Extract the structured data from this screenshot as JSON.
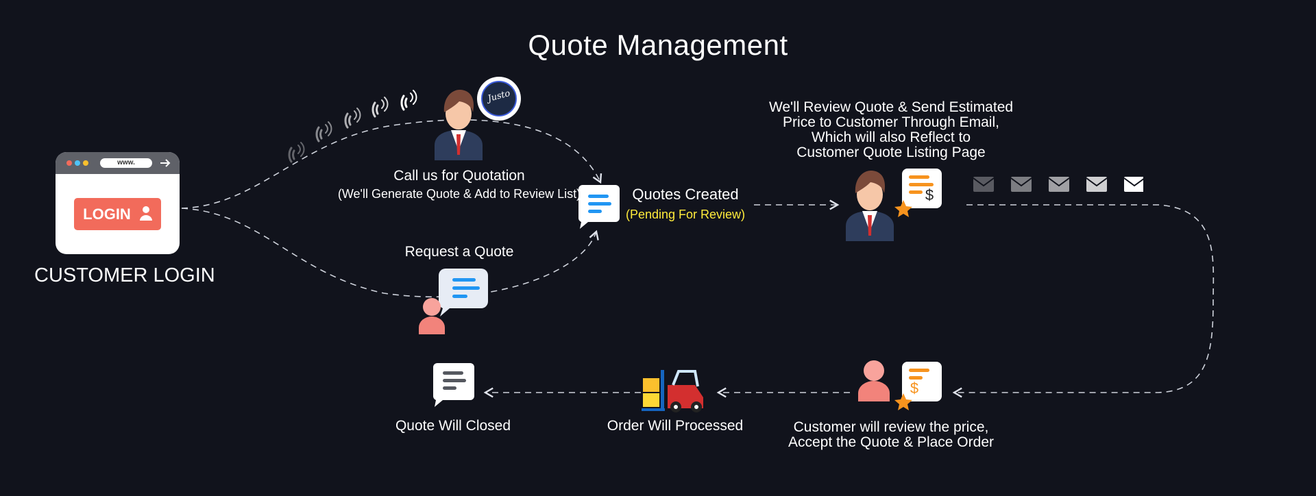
{
  "title": "Quote Management",
  "customer_login": {
    "browser_url": "www.",
    "login_button": "LOGIN",
    "label": "CUSTOMER LOGIN"
  },
  "call_us": {
    "label": "Call us for Quotation",
    "sublabel": "(We'll Generate Quote & Add to Review List)"
  },
  "request_quote": {
    "label": "Request a Quote"
  },
  "quotes_created": {
    "label": "Quotes Created",
    "sublabel": "(Pending For Review)"
  },
  "review_quote": {
    "lines": [
      "We'll Review Quote & Send Estimated",
      "Price to Customer Through Email,",
      "Which will also Reflect to",
      "Customer Quote Listing Page"
    ]
  },
  "customer_review": {
    "lines": [
      "Customer will review the price,",
      "Accept the Quote & Place Order"
    ]
  },
  "order_processed": {
    "label": "Order Will Processed"
  },
  "quote_closed": {
    "label": "Quote Will Closed"
  },
  "logo": {
    "text": "Justo"
  },
  "icons": {
    "currency": "$"
  },
  "colors": {
    "background": "#11131c",
    "login_accent": "#f26b5b",
    "chat_blue": "#2196f3",
    "yellow_text": "#ffeb3b",
    "orange": "#f7931e",
    "avatar_pink": "#f2837b"
  }
}
